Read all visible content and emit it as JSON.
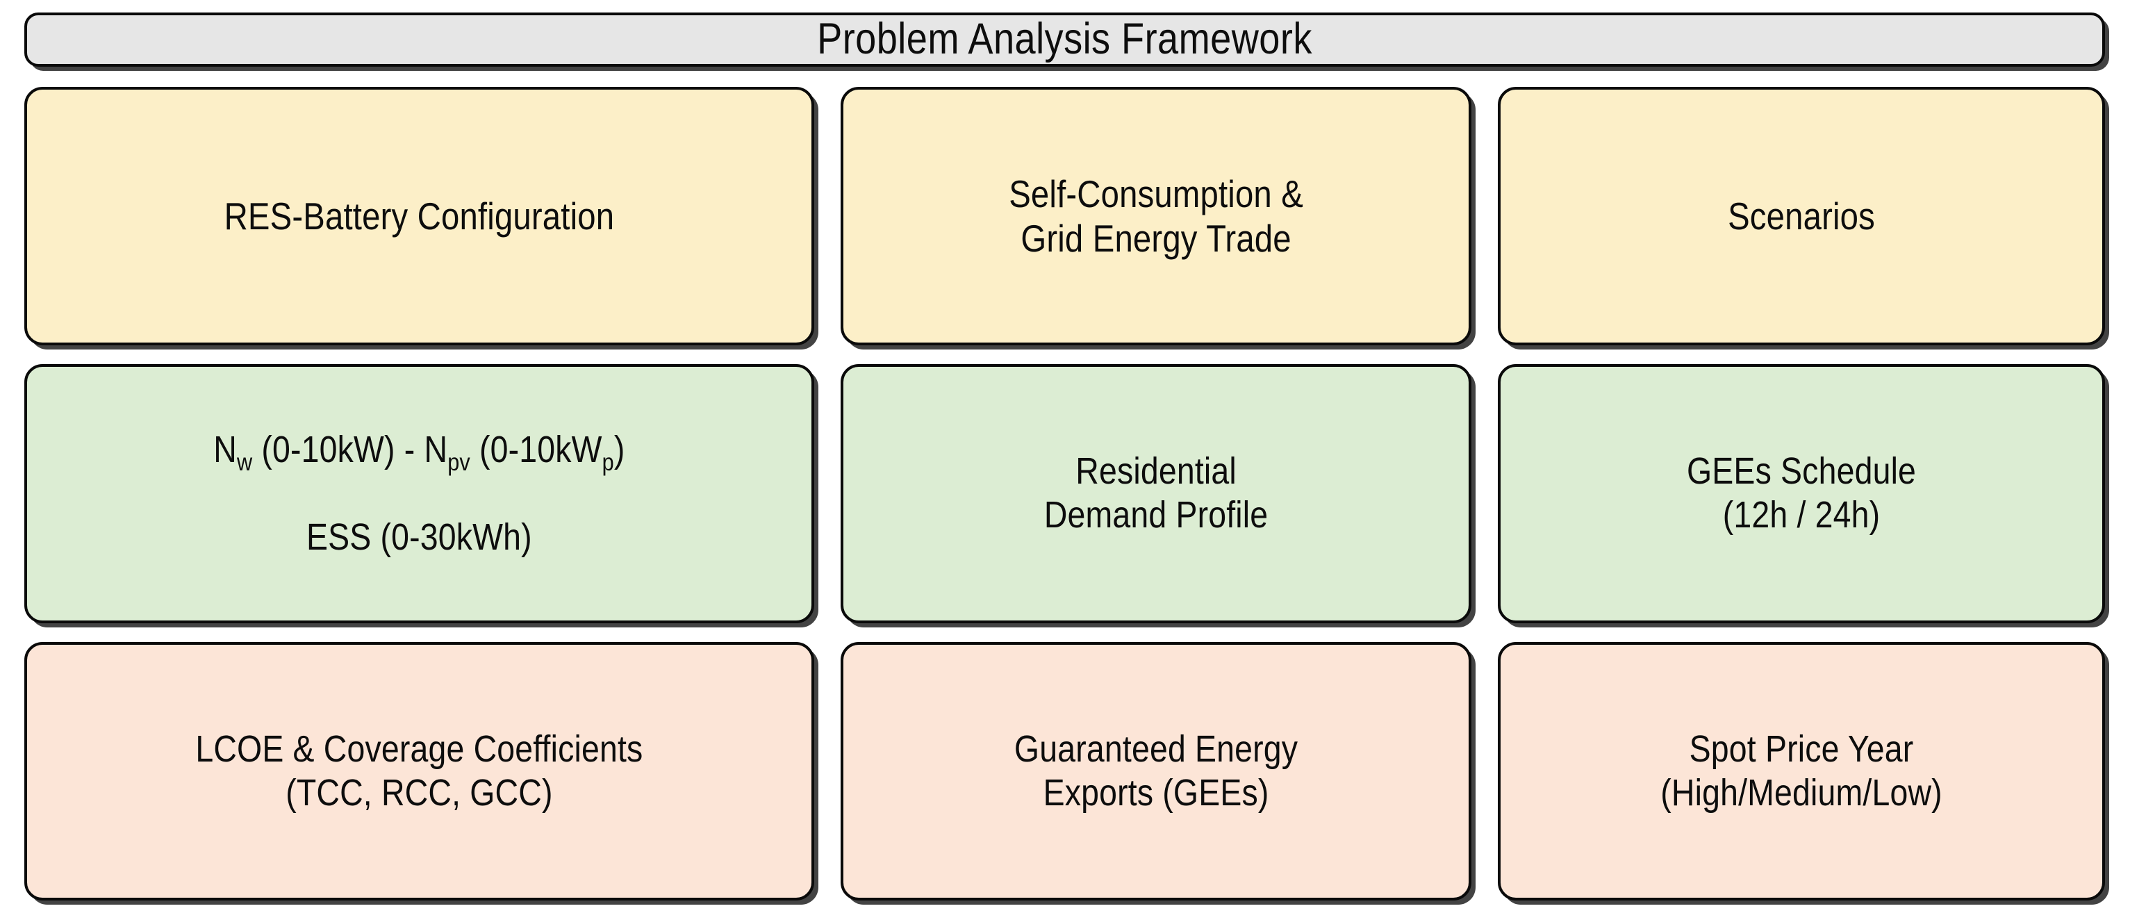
{
  "header": {
    "title": "Problem Analysis Framework",
    "background": "#e6e6e6"
  },
  "palette": {
    "row_inputs": "#fcefc8",
    "row_parameters": "#dcedd3",
    "row_outputs": "#fce5d7",
    "border": "#0a0a0a",
    "text": "#0d0d0d",
    "page_background": "#ffffff"
  },
  "grid": {
    "columns": 3,
    "rows": 3,
    "rows_data": [
      {
        "name": "category-row",
        "color": "#fcefc8",
        "cells": [
          {
            "id": "res-battery-configuration",
            "text": "RES-Battery Configuration"
          },
          {
            "id": "self-consumption-grid-energy-trade",
            "text": "Self-Consumption &\nGrid Energy Trade"
          },
          {
            "id": "scenarios",
            "text": "Scenarios"
          }
        ]
      },
      {
        "name": "parameter-row",
        "color": "#dcedd3",
        "cells": [
          {
            "id": "sizing-ranges",
            "text": "Nw (0-10kW) - Npv (0-10kWp)\nESS (0-30kWh)",
            "formula": {
              "line1": [
                {
                  "t": "N"
                },
                {
                  "t": "w",
                  "sub": true
                },
                {
                  "t": " (0-10kW) - "
                },
                {
                  "t": "N"
                },
                {
                  "t": "pv",
                  "sub": true
                },
                {
                  "t": " (0-10kW"
                },
                {
                  "t": "p",
                  "sub": true
                },
                {
                  "t": ")"
                }
              ],
              "line2": [
                {
                  "t": "ESS (0-30kWh)"
                }
              ]
            }
          },
          {
            "id": "residential-demand-profile",
            "text": "Residential\nDemand Profile"
          },
          {
            "id": "gees-schedule",
            "text": "GEEs Schedule\n(12h / 24h)"
          }
        ]
      },
      {
        "name": "metric-row",
        "color": "#fce5d7",
        "cells": [
          {
            "id": "lcoe-coverage-coefficients",
            "text": "LCOE & Coverage Coefficients\n(TCC, RCC, GCC)"
          },
          {
            "id": "guaranteed-energy-exports",
            "text": "Guaranteed Energy\nExports (GEEs)"
          },
          {
            "id": "spot-price-year",
            "text": "Spot Price Year\n(High/Medium/Low)"
          }
        ]
      }
    ]
  }
}
